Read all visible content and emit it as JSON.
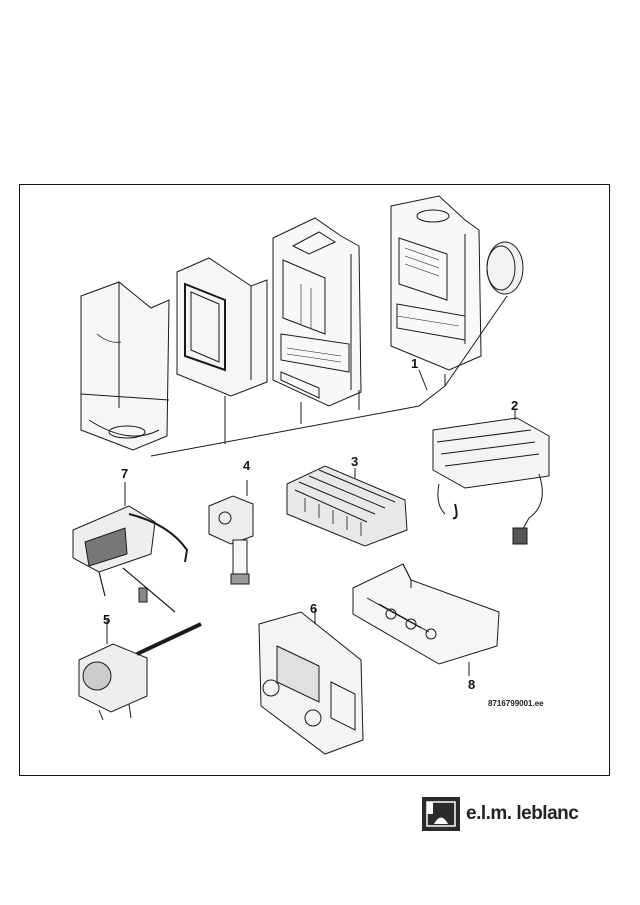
{
  "labels": {
    "l1": "1",
    "l2": "2",
    "l3": "3",
    "l4": "4",
    "l5": "5",
    "l6": "6",
    "l7": "7",
    "l8": "8"
  },
  "reference": "8716799001.ee",
  "brand": {
    "name": "e.l.m. leblanc"
  },
  "colors": {
    "line": "#1a1a1a",
    "fill": "#f4f4f4",
    "dark": "#2b2b2b"
  }
}
